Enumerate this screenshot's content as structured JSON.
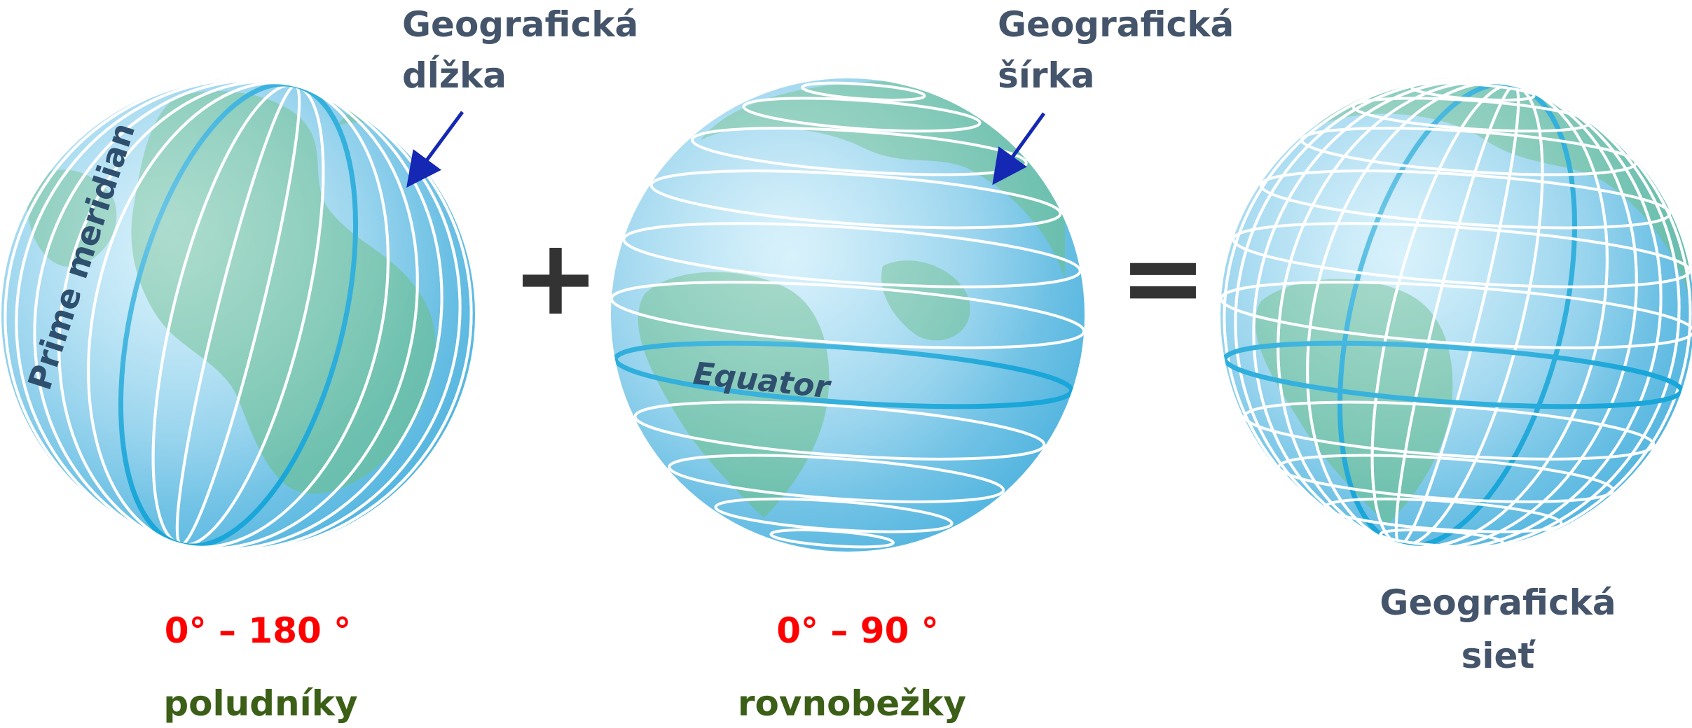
{
  "globes": {
    "longitude": {
      "caption_line1": "Geografická",
      "caption_line2": "dĺžka",
      "globe_label": "Prime meridian",
      "range": "0° – 180 °",
      "name": "poludníky"
    },
    "latitude": {
      "caption_line1": "Geografická",
      "caption_line2": "šírka",
      "globe_label": "Equator",
      "range": "0° – 90 °",
      "name": "rovnobežky"
    },
    "grid": {
      "caption_line1": "Geografická",
      "caption_line2": "sieť"
    }
  },
  "operators": {
    "plus": "+",
    "equals": "="
  },
  "colors": {
    "caption": "#44546a",
    "range": "#ff0000",
    "name": "#3b5f16",
    "arrow": "#1428b4",
    "ocean": "#8fd0ec",
    "land": "#6cbf9c",
    "grid_line": "#ffffff",
    "highlight_line": "#1aa6d8",
    "globe_text": "#2f4f6f"
  }
}
